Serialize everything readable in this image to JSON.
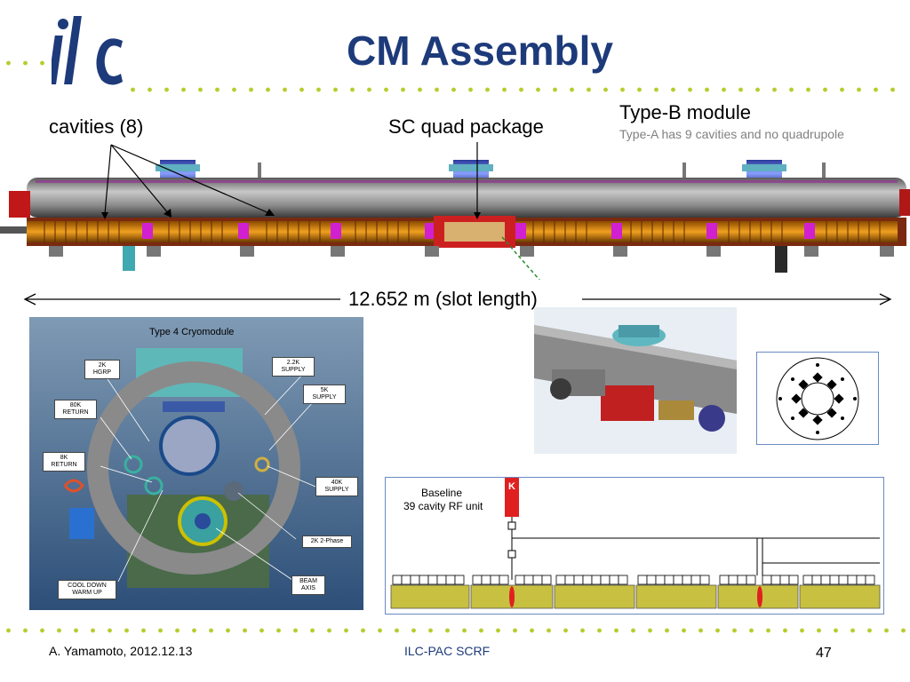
{
  "slide": {
    "title": "CM Assembly",
    "logo_text": "ilc",
    "labels": {
      "cavities": "cavities (8)",
      "quad_package": "SC quad package",
      "module_type": "Type-B module",
      "module_note": "Type-A has 9 cavities and no quadrupole",
      "slot_length": "12.652 m (slot length)"
    },
    "cross_section": {
      "caption": "Type 4 Cryomodule",
      "callouts": [
        "2K\nHGRP",
        "2.2K\nSUPPLY",
        "5K\nSUPPLY",
        "80K\nRETURN",
        "8K\nRETURN",
        "40K\nSUPPLY",
        "2K 2-Phase",
        "BEAM\nAXIS",
        "COOL DOWN\nWARM UP"
      ]
    },
    "baseline": {
      "title_line1": "Baseline",
      "title_line2": "39 cavity RF unit",
      "klystron_label": "K"
    },
    "footer": {
      "author": "A. Yamamoto, 2012.12.13",
      "center": "ILC-PAC SCRF",
      "page": "47"
    },
    "colors": {
      "title": "#1d3a7a",
      "dots": "#b9cc2e",
      "footer_center": "#1d3a7a",
      "klystron": "#e02020"
    }
  }
}
